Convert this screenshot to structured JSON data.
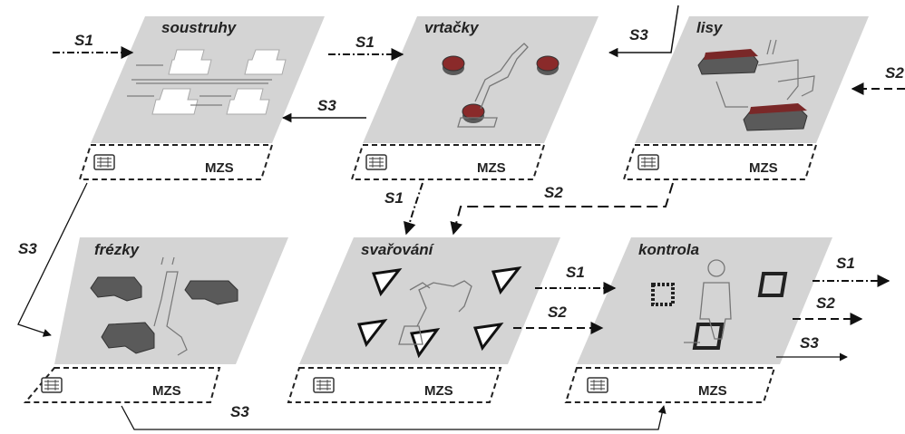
{
  "cells": {
    "soustruhy": {
      "title": "soustruhy",
      "mzs": "MZS"
    },
    "vrtacky": {
      "title": "vrtačky",
      "mzs": "MZS"
    },
    "lisy": {
      "title": "lisy",
      "mzs": "MZS"
    },
    "frezky": {
      "title": "frézky",
      "mzs": "MZS"
    },
    "svarovani": {
      "title": "svařování",
      "mzs": "MZS"
    },
    "kontrola": {
      "title": "kontrola",
      "mzs": "MZS"
    }
  },
  "flows": {
    "s1": "S1",
    "s2": "S2",
    "s3": "S3"
  }
}
